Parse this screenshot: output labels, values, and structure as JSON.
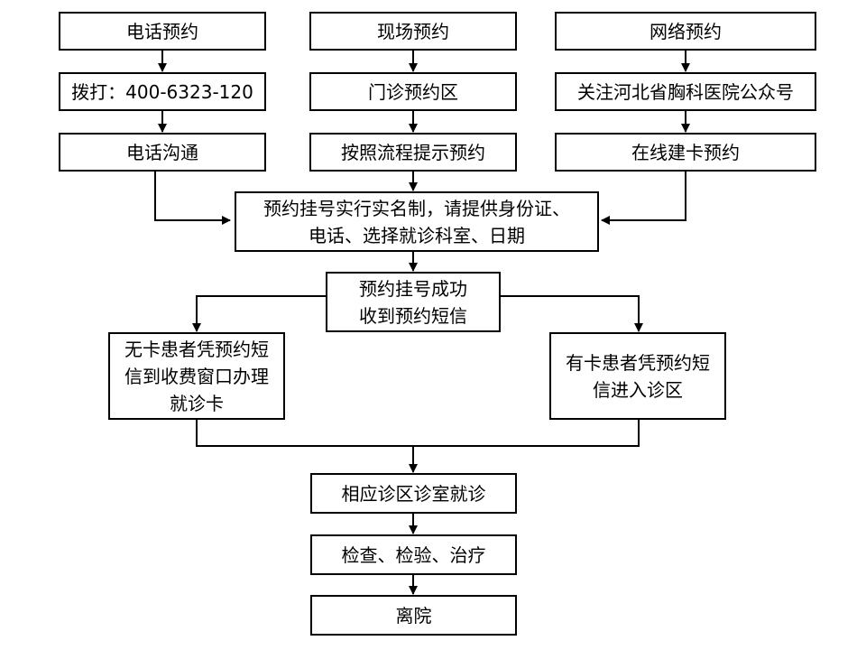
{
  "nodes": {
    "phone_booking": "电话预约",
    "onsite_booking": "现场预约",
    "online_booking": "网络预约",
    "dial_number": "拨打：400-6323-120",
    "outpatient_booking_area": "门诊预约区",
    "follow_wechat": "关注河北省胸科医院公众号",
    "phone_communication": "电话沟通",
    "follow_process_prompts": "按照流程提示预约",
    "online_card_creation": "在线建卡预约",
    "real_name_requirement": "预约挂号实行实名制，请提供身份证、\n电话、选择就诊科室、日期",
    "booking_success": "预约挂号成功\n收到预约短信",
    "no_card_patients": "无卡患者凭预约短\n信到收费窗口办理\n就诊卡",
    "card_patients": "有卡患者凭预约短\n信进入诊区",
    "visit_department": "相应诊区诊室就诊",
    "exam_treatment": "检查、检验、治疗",
    "discharge": "离院"
  },
  "colors": {
    "stroke": "#000000",
    "fill": "#ffffff"
  }
}
